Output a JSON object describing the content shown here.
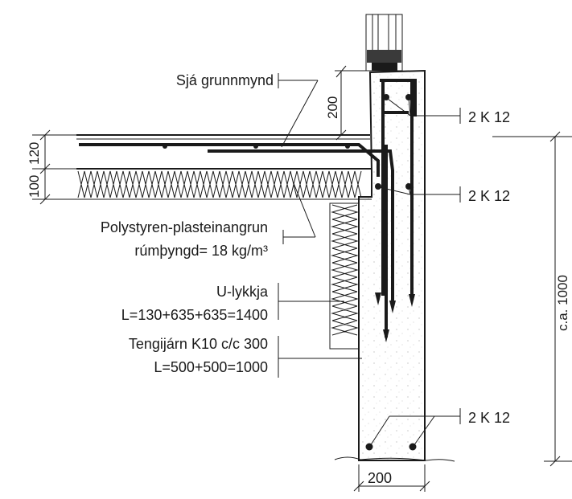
{
  "dimensions": {
    "wall_top_height": "200",
    "slab_thickness": "120",
    "insulation_thickness": "100",
    "wall_height": "c.a. 1000",
    "wall_width": "200"
  },
  "labels": {
    "see_plan": "Sjá grunnmynd",
    "insulation_line1": "Polystyren-plasteinangrun",
    "insulation_line2": "rúmþyngd= 18 kg/m³",
    "u_loop_line1": "U-lykkja",
    "u_loop_line2": "L=130+635+635=1400",
    "tie_bars_line1": "Tengijárn K10 c/c 300",
    "tie_bars_line2": "L=500+500=1000"
  },
  "rebar": {
    "top": "2 K 12",
    "middle": "2 K 12",
    "bottom": "2 K 12"
  }
}
